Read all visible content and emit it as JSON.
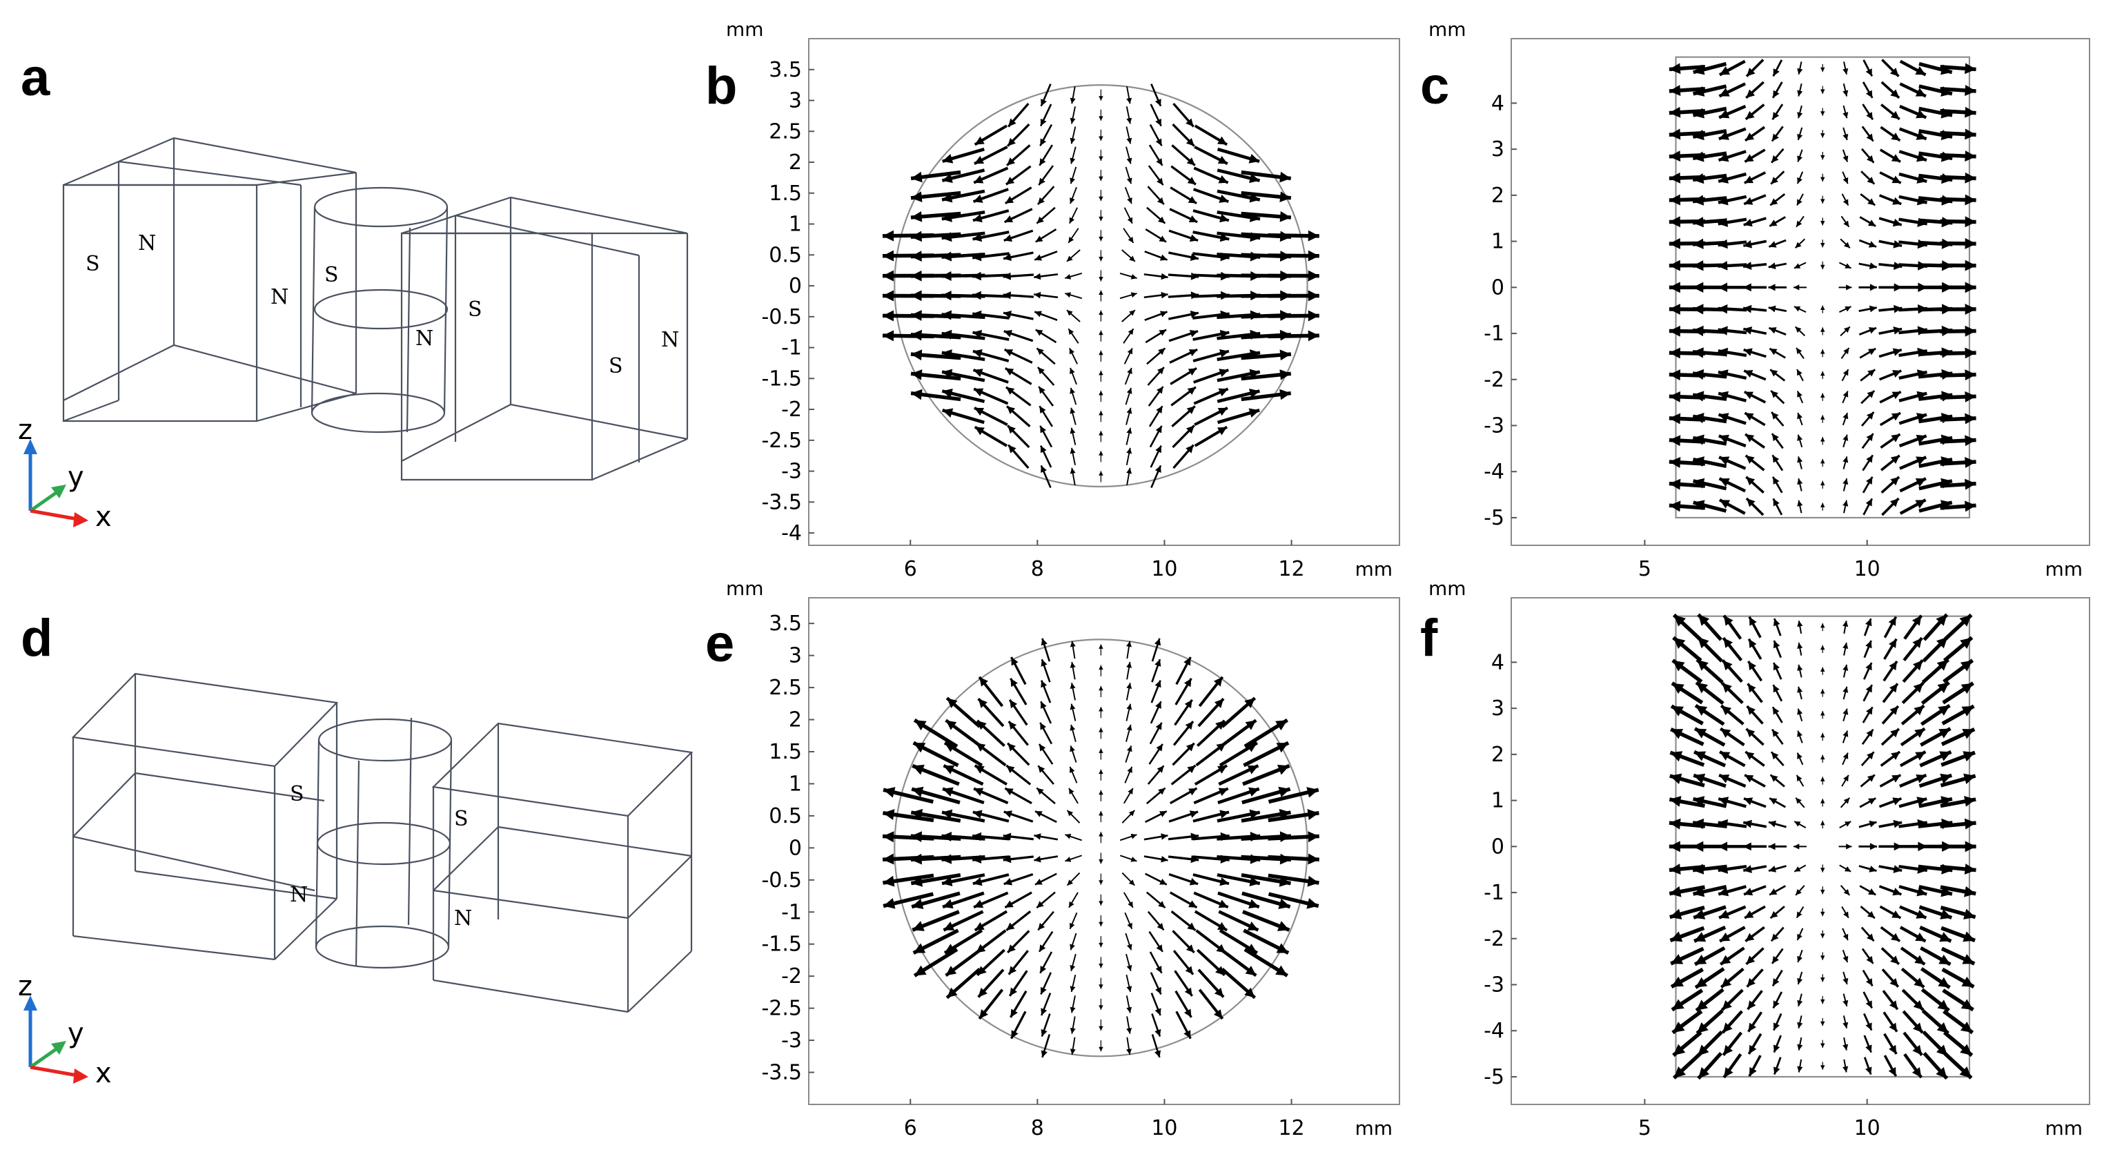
{
  "panels": {
    "a": {
      "label": "a",
      "poles": [
        "S",
        "N",
        "N",
        "S",
        "N",
        "S",
        "S",
        "N"
      ],
      "axes": [
        "z",
        "y",
        "x"
      ]
    },
    "b": {
      "label": "b"
    },
    "c": {
      "label": "c"
    },
    "d": {
      "label": "d",
      "poles": [
        "S",
        "N",
        "S",
        "N"
      ],
      "axes": [
        "z",
        "y",
        "x"
      ]
    },
    "e": {
      "label": "e"
    },
    "f": {
      "label": "f"
    }
  },
  "axis_colors": {
    "x": "#e8231f",
    "y": "#2fa84f",
    "z": "#1f6fd1"
  },
  "chart_data": [
    {
      "id": "b",
      "type": "quiver",
      "unit": "mm",
      "xticks": [
        "6",
        "8",
        "10",
        "12"
      ],
      "xtick_values": [
        6,
        8,
        10,
        12
      ],
      "yticks": [
        "3.5",
        "3",
        "2.5",
        "2",
        "1.5",
        "1",
        "0.5",
        "0",
        "-0.5",
        "-1",
        "-1.5",
        "-2",
        "-2.5",
        "-3",
        "-3.5",
        "-4"
      ],
      "ytick_values": [
        3.5,
        3,
        2.5,
        2,
        1.5,
        1,
        0.5,
        0,
        -0.5,
        -1,
        -1.5,
        -2,
        -2.5,
        -3,
        -3.5,
        -4
      ],
      "xlim": [
        4.4,
        13.7
      ],
      "ylim": [
        -4.2,
        4.0
      ],
      "domain": {
        "shape": "circle",
        "cx": 9,
        "cy": 0,
        "r": 3.25
      },
      "field": "diverging-horizontal"
    },
    {
      "id": "c",
      "type": "quiver",
      "unit": "mm",
      "xticks": [
        "5",
        "10"
      ],
      "xtick_values": [
        5,
        10
      ],
      "yticks": [
        "4",
        "3",
        "2",
        "1",
        "0",
        "-1",
        "-2",
        "-3",
        "-4",
        "-5"
      ],
      "ytick_values": [
        4,
        3,
        2,
        1,
        0,
        -1,
        -2,
        -3,
        -4,
        -5
      ],
      "xlim": [
        2.0,
        15.0
      ],
      "ylim": [
        -5.6,
        5.4
      ],
      "domain": {
        "shape": "rect",
        "x0": 5.7,
        "x1": 12.3,
        "y0": -5.0,
        "y1": 5.0
      },
      "field": "diverging-horizontal"
    },
    {
      "id": "e",
      "type": "quiver",
      "unit": "mm",
      "xticks": [
        "6",
        "8",
        "10",
        "12"
      ],
      "xtick_values": [
        6,
        8,
        10,
        12
      ],
      "yticks": [
        "3.5",
        "3",
        "2.5",
        "2",
        "1.5",
        "1",
        "0.5",
        "0",
        "-0.5",
        "-1",
        "-1.5",
        "-2",
        "-2.5",
        "-3",
        "-3.5"
      ],
      "ytick_values": [
        3.5,
        3,
        2.5,
        2,
        1.5,
        1,
        0.5,
        0,
        -0.5,
        -1,
        -1.5,
        -2,
        -2.5,
        -3,
        -3.5
      ],
      "xlim": [
        4.4,
        13.7
      ],
      "ylim": [
        -4.0,
        3.9
      ],
      "domain": {
        "shape": "circle",
        "cx": 9,
        "cy": 0,
        "r": 3.25
      },
      "field": "diverging-horizontal"
    },
    {
      "id": "f",
      "type": "quiver",
      "unit": "mm",
      "xticks": [
        "5",
        "10"
      ],
      "xtick_values": [
        5,
        10
      ],
      "yticks": [
        "4",
        "3",
        "2",
        "1",
        "0",
        "-1",
        "-2",
        "-3",
        "-4",
        "-5"
      ],
      "ytick_values": [
        4,
        3,
        2,
        1,
        0,
        -1,
        -2,
        -3,
        -4,
        -5
      ],
      "xlim": [
        2.0,
        15.0
      ],
      "ylim": [
        -5.6,
        5.4
      ],
      "domain": {
        "shape": "rect",
        "x0": 5.7,
        "x1": 12.3,
        "y0": -5.0,
        "y1": 5.0
      },
      "field": "diverging-horizontal"
    }
  ]
}
